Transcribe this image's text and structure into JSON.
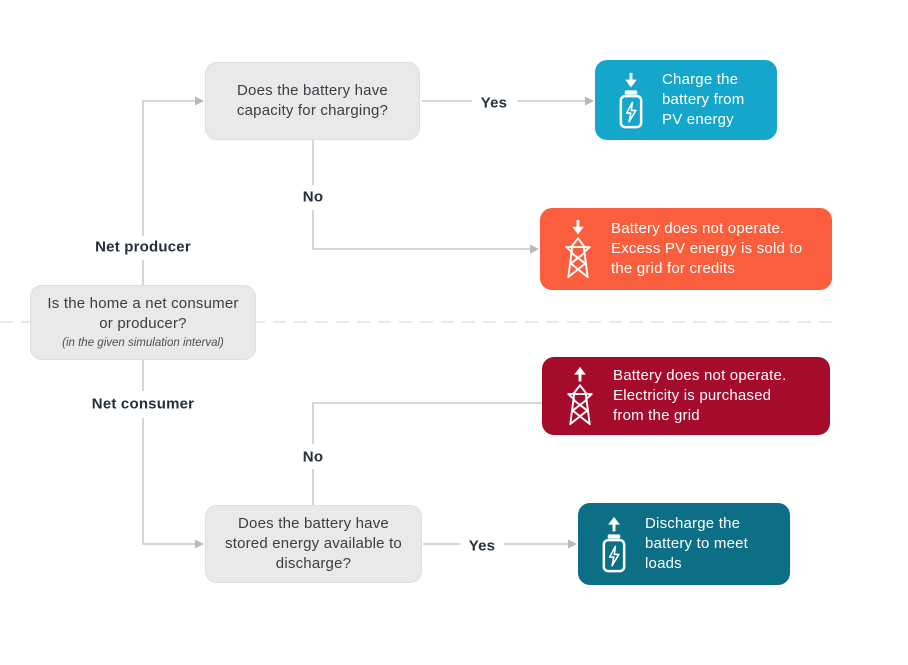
{
  "flow": {
    "root": {
      "question": "Is the home a net consumer or producer?",
      "note": "(in the given simulation interval)",
      "producer_label": "Net producer",
      "consumer_label": "Net consumer"
    },
    "producer": {
      "question": "Does the battery have capacity for charging?",
      "yes": "Yes",
      "no": "No",
      "yes_outcome": {
        "label": "Charge the battery from PV energy",
        "icon": "battery-arrow-down-icon",
        "color": "#14a7cb"
      },
      "no_outcome": {
        "label": "Battery does not operate. Excess PV energy is sold to the grid for credits",
        "icon": "grid-tower-arrow-down-icon",
        "color": "#fb5e3c"
      }
    },
    "consumer": {
      "question": "Does the battery have stored energy available to discharge?",
      "yes": "Yes",
      "no": "No",
      "yes_outcome": {
        "label": "Discharge the battery to meet loads",
        "icon": "battery-arrow-up-icon",
        "color": "#0c6f85"
      },
      "no_outcome": {
        "label": "Battery does not operate. Electricity is purchased from the grid",
        "icon": "grid-tower-arrow-up-icon",
        "color": "#a60b2c"
      }
    },
    "colors": {
      "question_bg": "#e9e9e9",
      "connector": "#c9c9c9",
      "divider": "#e9e9e9"
    }
  }
}
